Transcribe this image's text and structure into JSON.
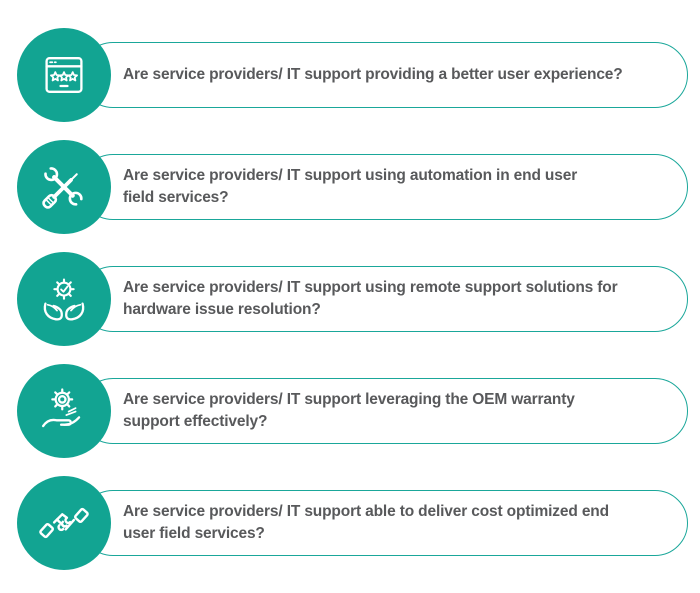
{
  "theme": {
    "background": "#ffffff",
    "circle_color": "#12a492",
    "pill_border_color": "#1aa79a",
    "text_color": "#58595b",
    "icon_color": "#ffffff"
  },
  "items": [
    {
      "icon": "browser-stars-icon",
      "lines": [
        "Are service providers/ IT support providing a better user experience?"
      ]
    },
    {
      "icon": "wrench-screwdriver-icon",
      "lines": [
        "Are service providers/ IT support using automation in end user",
        "field services?"
      ]
    },
    {
      "icon": "hands-gear-check-icon",
      "lines": [
        "Are service providers/ IT support using remote support solutions for",
        "hardware issue resolution?"
      ]
    },
    {
      "icon": "hand-gear-icon",
      "lines": [
        "Are service providers/ IT support leveraging the OEM warranty",
        "support effectively?"
      ]
    },
    {
      "icon": "handshake-icon",
      "lines": [
        "Are service providers/ IT support able to deliver cost optimized end",
        "user field services?"
      ]
    }
  ]
}
